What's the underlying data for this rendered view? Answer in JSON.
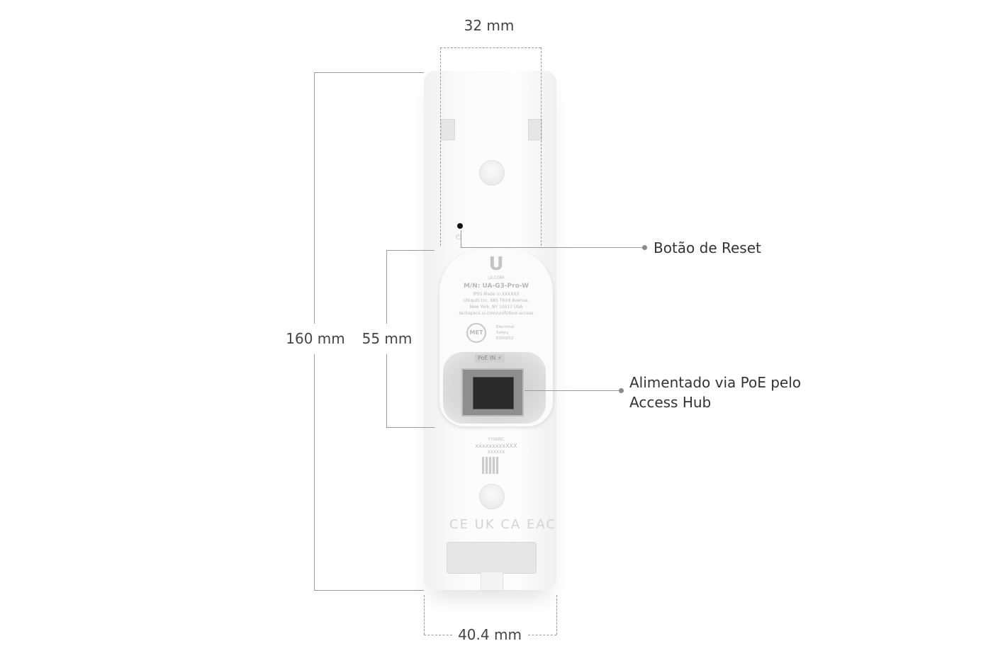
{
  "dimensions": {
    "top_width": "32 mm",
    "height": "160 mm",
    "plate_height": "55 mm",
    "bottom_width": "40.4 mm"
  },
  "callouts": {
    "reset": "Botão de Reset",
    "poe_line1": "Alimentado via PoE pelo",
    "poe_line2": "Access Hub"
  },
  "device_label": {
    "brand": "UI.COM",
    "model": "M/N: UA-G3-Pro-W",
    "line1": "IP55    Made in XXXXXX",
    "line2": "Ubiquiti Inc. 685 Third Avenue,",
    "line3": "New York, NY 10017 USA",
    "line4": "techspecs.ui.com/unifi/door-access",
    "cert_logo": "MET",
    "cert_text1": "Electrical",
    "cert_text2": "Safety",
    "cert_text3": "E300052",
    "port_label": "PoE IN ⚡",
    "code1": "YYWWC",
    "code2": "xxxxxxxxxXXX",
    "code3": "XXXXXX",
    "compliance": "CE UK CA EAC"
  },
  "colors": {
    "line": "#9a9a9a",
    "device": "#fafafa"
  }
}
